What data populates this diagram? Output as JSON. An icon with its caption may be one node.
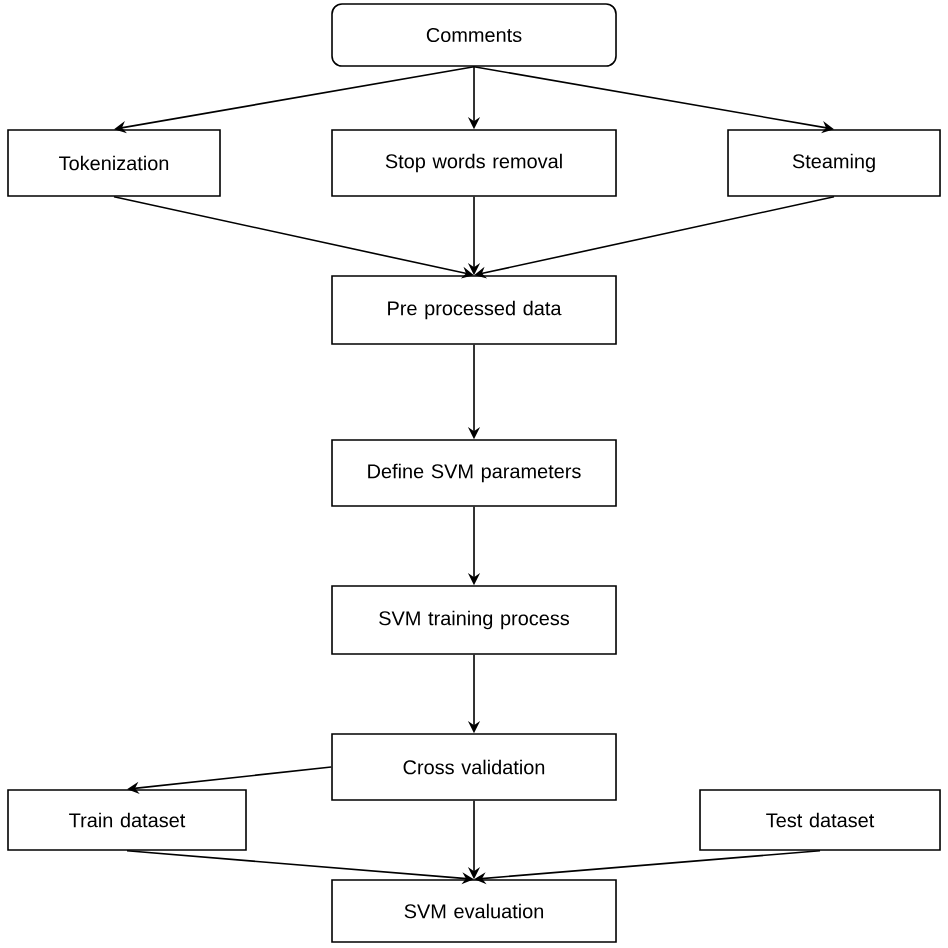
{
  "diagram": {
    "nodes": [
      {
        "text": [
          "Comments"
        ]
      },
      {
        "text": [
          "Tokenization"
        ]
      },
      {
        "text": [
          "Stop words removal"
        ]
      },
      {
        "text": [
          "Steaming"
        ]
      },
      {
        "text": [
          "Pre processed data"
        ]
      },
      {
        "text": [
          "Define SVM parameters"
        ]
      },
      {
        "text": [
          "SVM training process"
        ]
      },
      {
        "text": [
          "Cross validation"
        ]
      },
      {
        "text": [
          "Train dataset"
        ]
      },
      {
        "text": [
          "Test dataset"
        ]
      },
      {
        "text": [
          "SVM evaluation"
        ]
      }
    ],
    "edges": [
      {
        "from": 0,
        "to": 1,
        "arrow": "to"
      },
      {
        "from": 0,
        "to": 2,
        "arrow": "to"
      },
      {
        "from": 0,
        "to": 3,
        "arrow": "to"
      },
      {
        "from": 1,
        "to": 4,
        "arrow": "to"
      },
      {
        "from": 2,
        "to": 4,
        "arrow": "to"
      },
      {
        "from": 3,
        "to": 4,
        "arrow": "to"
      },
      {
        "from": 4,
        "to": 5,
        "arrow": "to"
      },
      {
        "from": 5,
        "to": 6,
        "arrow": "to"
      },
      {
        "from": 6,
        "to": 7,
        "arrow": "to"
      },
      {
        "from": 7,
        "to": 8,
        "arrow": "to"
      },
      {
        "from": 7,
        "to": 10,
        "arrow": "to"
      },
      {
        "from": 8,
        "to": 10,
        "arrow": "to"
      },
      {
        "from": 9,
        "to": 10,
        "arrow": "to"
      }
    ]
  }
}
